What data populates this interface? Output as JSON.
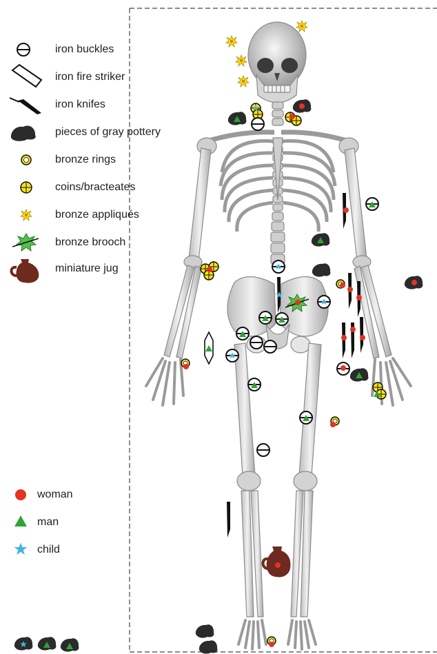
{
  "legend": {
    "items": [
      {
        "icon": "buckle-icon",
        "label": "iron buckles"
      },
      {
        "icon": "fire-striker-icon",
        "label": "iron fire striker"
      },
      {
        "icon": "knife-icon",
        "label": "iron knifes"
      },
      {
        "icon": "pottery-icon",
        "label": "pieces of gray pottery"
      },
      {
        "icon": "ring-icon",
        "label": "bronze rings"
      },
      {
        "icon": "coin-icon",
        "label": "coins/bracteates"
      },
      {
        "icon": "applique-icon",
        "label": "bronze appliqués"
      },
      {
        "icon": "brooch-icon",
        "label": "bronze brooch"
      },
      {
        "icon": "jug-icon",
        "label": "miniature jug"
      }
    ]
  },
  "people": {
    "items": [
      {
        "icon": "woman-dot-icon",
        "label": "woman"
      },
      {
        "icon": "man-triangle-icon",
        "label": "man"
      },
      {
        "icon": "child-star-icon",
        "label": "child"
      }
    ]
  },
  "colors": {
    "woman": "#e53222",
    "man": "#2fa336",
    "child": "#3fb6e0",
    "coin": "#f6e21a",
    "pottery": "#2b2b2b",
    "jug": "#6e2a1e",
    "bone": "#d9d9d9",
    "bone_stroke": "#8a8a8a"
  }
}
